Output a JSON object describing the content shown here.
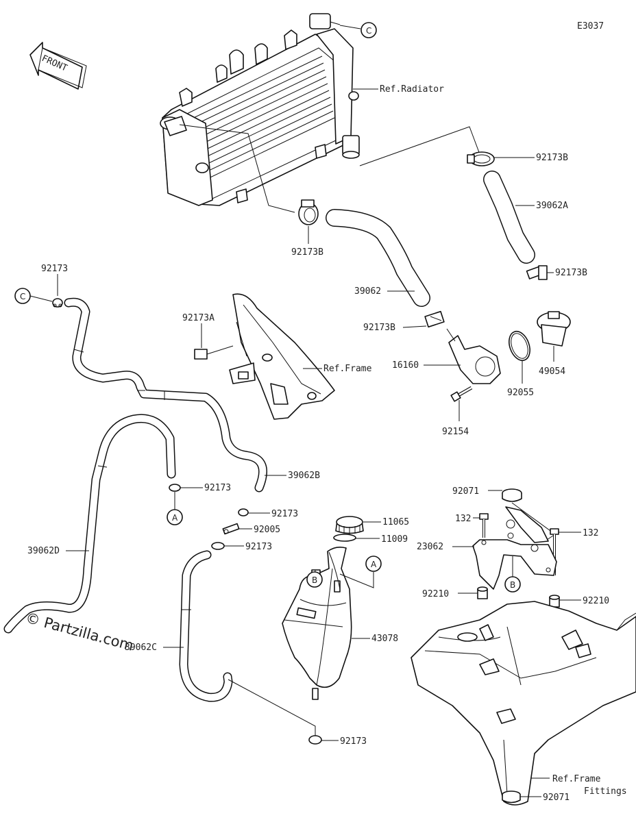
{
  "diagram_code": "E3037",
  "front_label": "FRONT",
  "watermark": "© Partzilla.com",
  "callouts": {
    "c_top": "C",
    "c_left": "C",
    "a_upper": "A",
    "a_tank": "A",
    "b_tank": "B",
    "b_bracket": "B"
  },
  "labels": {
    "ref_radiator": "Ref.Radiator",
    "p92173b_1": "92173B",
    "p39062a": "39062A",
    "p92173b_2": "92173B",
    "p92173b_3": "92173B",
    "p92173_top": "92173",
    "p92173a": "92173A",
    "p39062": "39062",
    "p92173b_4": "92173B",
    "ref_frame": "Ref.Frame",
    "p16160": "16160",
    "p92055": "92055",
    "p49054": "49054",
    "p92154": "92154",
    "p92173_a": "92173",
    "p39062b": "39062B",
    "p92173_b": "92173",
    "p92005": "92005",
    "p92173_c": "92173",
    "p39062d": "39062D",
    "p11065": "11065",
    "p11009": "11009",
    "p43078": "43078",
    "p39062c": "39062C",
    "p92173_d": "92173",
    "p92071_top": "92071",
    "p132_left": "132",
    "p132_right": "132",
    "p23062": "23062",
    "p92210_left": "92210",
    "p92210_right": "92210",
    "ref_frame_fittings_1": "Ref.Frame",
    "ref_frame_fittings_2": "Fittings",
    "p92071_bottom": "92071"
  }
}
